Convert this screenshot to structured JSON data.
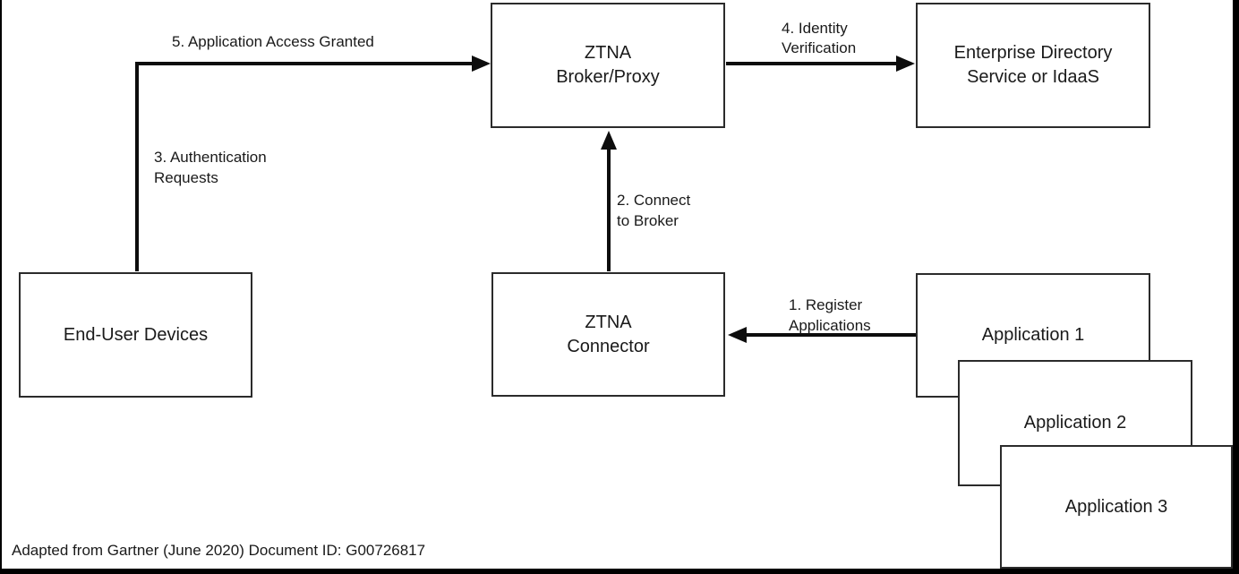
{
  "nodes": {
    "broker": {
      "label": "ZTNA\nBroker/Proxy"
    },
    "directory": {
      "label": "Enterprise Directory\nService or IdaaS"
    },
    "endUser": {
      "label": "End-User Devices"
    },
    "connector": {
      "label": "ZTNA\nConnector"
    },
    "app1": {
      "label": "Application 1"
    },
    "app2": {
      "label": "Application 2"
    },
    "app3": {
      "label": "Application 3"
    }
  },
  "arrows": {
    "registerApplications": {
      "label": "1. Register\nApplications",
      "from": "Application 1",
      "to": "ZTNA Connector",
      "direction": "left"
    },
    "connectToBroker": {
      "label": "2. Connect\nto Broker",
      "from": "ZTNA Connector",
      "to": "ZTNA Broker/Proxy",
      "direction": "up"
    },
    "authenticationRequests": {
      "label": "3. Authentication\nRequests",
      "from": "End-User Devices",
      "to": "ZTNA Broker/Proxy",
      "direction": "up-right"
    },
    "identityVerification": {
      "label": "4. Identity\nVerification",
      "from": "ZTNA Broker/Proxy",
      "to": "Enterprise Directory Service or IdaaS",
      "direction": "right"
    },
    "accessGranted": {
      "label": "5. Application Access Granted",
      "from": "End-User Devices",
      "to": "ZTNA Broker/Proxy",
      "direction": "right"
    }
  },
  "footer": {
    "attribution": "Adapted from Gartner (June 2020) Document ID: G00726817"
  },
  "colors": {
    "background": "#ffffff",
    "boxBorder": "#2b2b2b",
    "arrow": "#0d0d0d",
    "text": "#1a1a1a",
    "frame": "#000000"
  }
}
